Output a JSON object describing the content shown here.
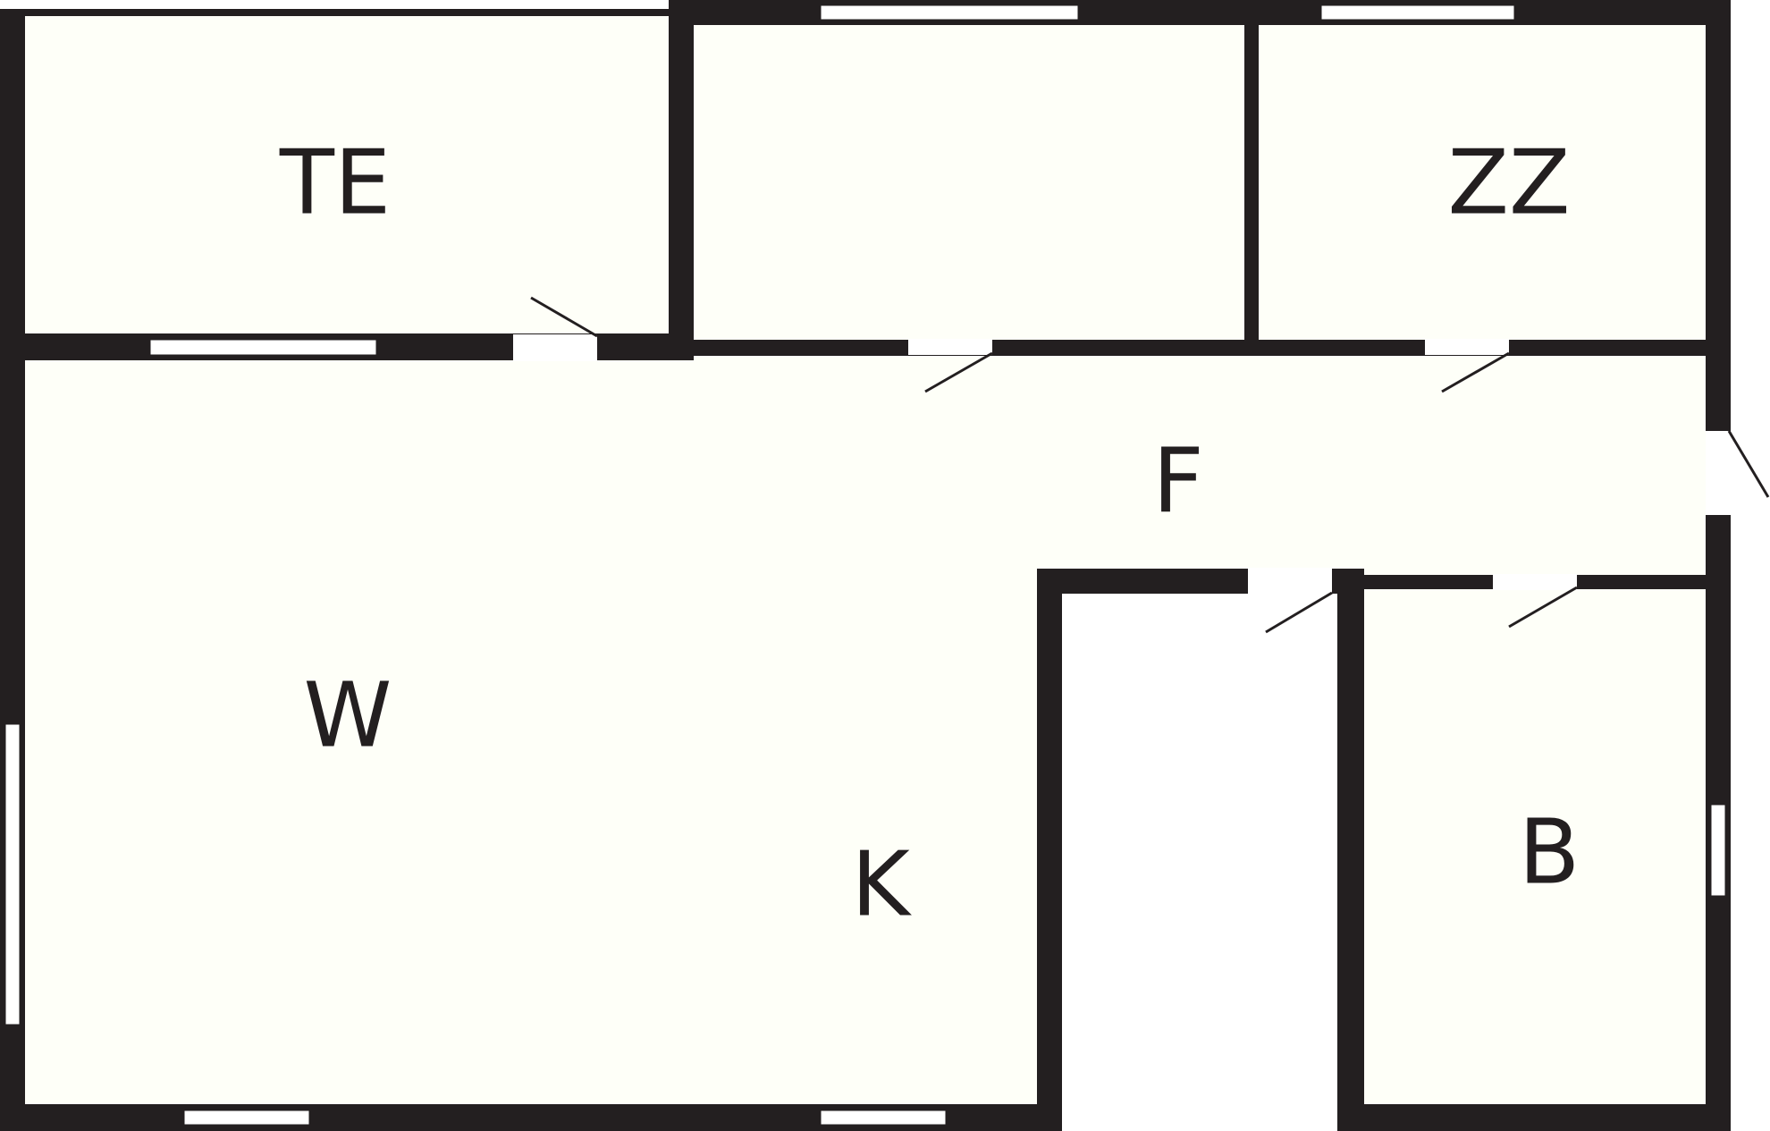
{
  "floorplan": {
    "colors": {
      "wall": "#231f20",
      "floor": "#fefff8",
      "opening": "#ffffff",
      "background": "#ffffff"
    },
    "rooms": [
      {
        "id": "te",
        "label": "TE"
      },
      {
        "id": "unlabeled",
        "label": ""
      },
      {
        "id": "zz",
        "label": "ZZ"
      },
      {
        "id": "w",
        "label": "W"
      },
      {
        "id": "k",
        "label": "K"
      },
      {
        "id": "f",
        "label": "F"
      },
      {
        "id": "b",
        "label": "B"
      }
    ]
  }
}
